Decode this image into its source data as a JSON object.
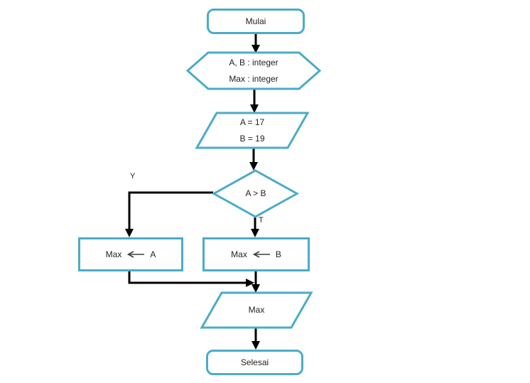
{
  "colors": {
    "shape_border": "#4bacc6",
    "connector": "#000000",
    "text": "#1f1f1f",
    "background": "#ffffff"
  },
  "nodes": {
    "start": {
      "label": "Mulai"
    },
    "declaration": {
      "line1": "A, B : integer",
      "line2": "Max : integer"
    },
    "initialization": {
      "line1": "A = 17",
      "line2": "B = 19"
    },
    "decision": {
      "label": "A > B"
    },
    "assign_max_a": {
      "target": "Max",
      "source": "A"
    },
    "assign_max_b": {
      "target": "Max",
      "source": "B"
    },
    "output": {
      "label": "Max"
    },
    "end": {
      "label": "Selesai"
    }
  },
  "branch_labels": {
    "yes": "Y",
    "true": "T"
  },
  "icons": {
    "assign_operator": "long-left-arrow"
  }
}
